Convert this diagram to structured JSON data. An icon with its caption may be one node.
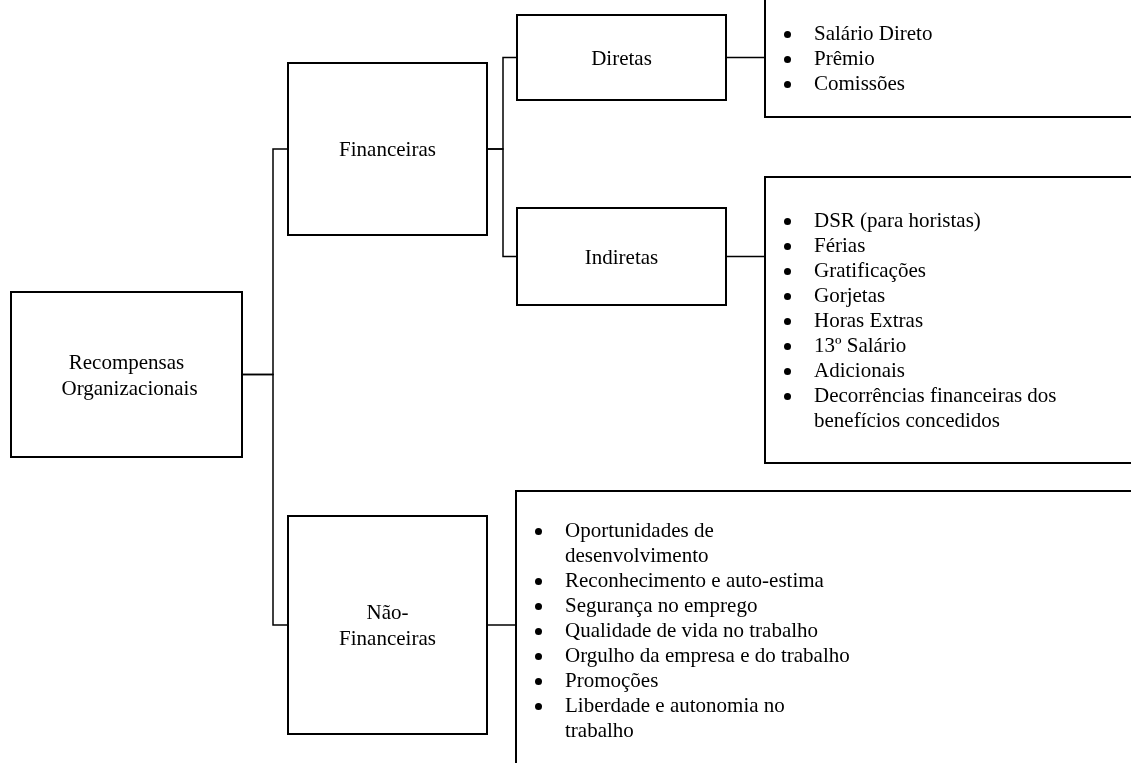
{
  "diagram": {
    "nodes": [
      {
        "text": [
          "Recompensas Organizacionais"
        ]
      },
      {
        "text": [
          "Financeiras"
        ]
      },
      {
        "text": [
          "Não-Financeiras"
        ]
      },
      {
        "text": [
          "Diretas"
        ]
      },
      {
        "text": [
          "Indiretas"
        ]
      },
      {
        "text": [
          "Salário Direto",
          "Prêmio",
          "Comissões"
        ]
      },
      {
        "text": [
          "DSR (para horistas)",
          "Férias",
          "Gratificações",
          "Gorjetas",
          "Horas Extras",
          "13º Salário",
          "Adicionais",
          "Decorrências financeiras dos benefícios concedidos"
        ]
      },
      {
        "text": [
          "Oportunidades de desenvolvimento",
          "Reconhecimento e auto-estima",
          "Segurança no emprego",
          "Qualidade de vida no trabalho",
          "Orgulho da empresa e do trabalho",
          "Promoções",
          "Liberdade e autonomia no trabalho"
        ]
      }
    ],
    "edges": [
      {
        "from": 0,
        "to": 1,
        "arrow": "none"
      },
      {
        "from": 0,
        "to": 2,
        "arrow": "none"
      },
      {
        "from": 1,
        "to": 3,
        "arrow": "none"
      },
      {
        "from": 1,
        "to": 4,
        "arrow": "none"
      },
      {
        "from": 3,
        "to": 5,
        "arrow": "none"
      },
      {
        "from": 4,
        "to": 6,
        "arrow": "none"
      },
      {
        "from": 2,
        "to": 7,
        "arrow": "none"
      }
    ]
  }
}
